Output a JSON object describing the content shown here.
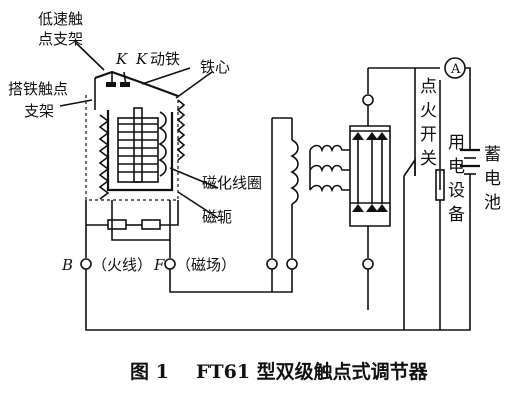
{
  "labels": {
    "low_speed_contact_bracket": [
      "低速触",
      "点支架"
    ],
    "k1": "K",
    "k2": "K",
    "armature": "动铁",
    "iron_core": "铁心",
    "ground_contact_bracket": [
      "搭铁触点",
      "支架"
    ],
    "magnetizing_coil": "磁化线圈",
    "yoke": "磁轭",
    "terminal_b": "B",
    "live_wire": "（火线）",
    "terminal_f": "F",
    "field_wire": "（磁场）",
    "ignition_switch": [
      "点",
      "火",
      "开",
      "关"
    ],
    "electrical_equipment": [
      "用",
      "电",
      "设",
      "备"
    ],
    "battery": [
      "蓄",
      "电",
      "池"
    ],
    "ammeter": "A"
  },
  "caption": {
    "figure": "图 1",
    "title": "FT61 型双级触点式调节器"
  }
}
